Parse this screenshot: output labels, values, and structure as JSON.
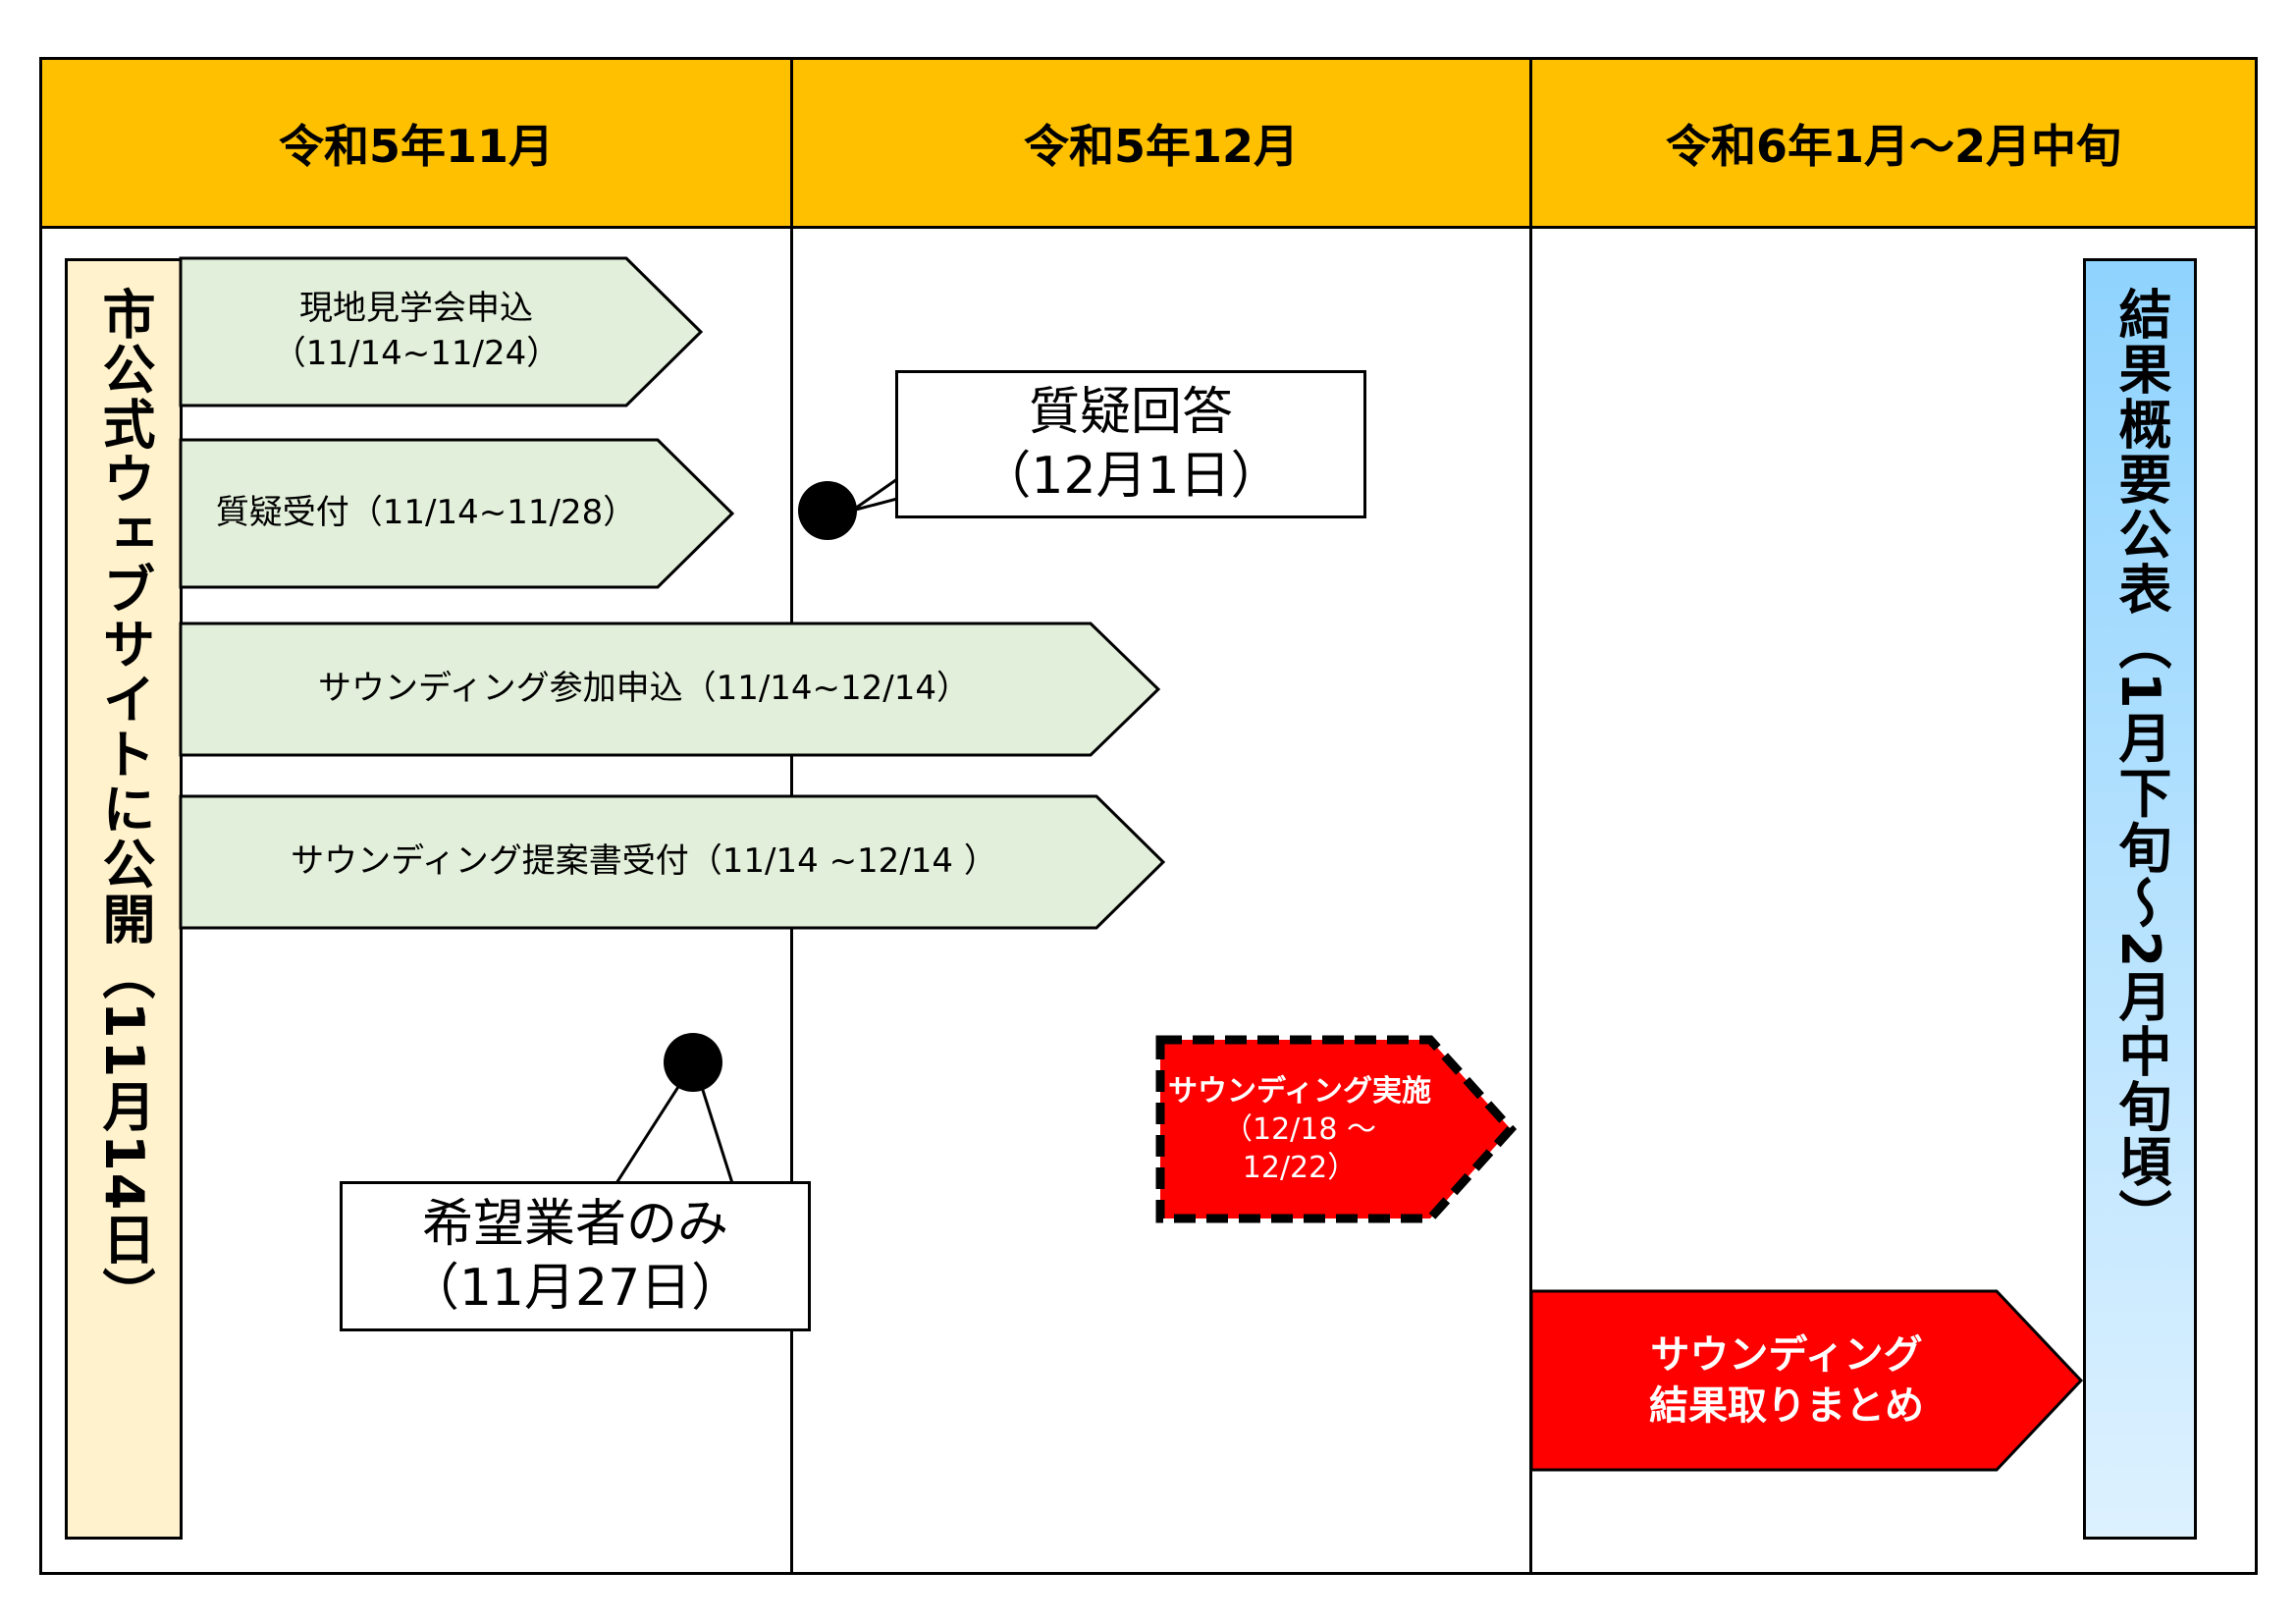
{
  "header": {
    "col1": "令和5年11月",
    "col2": "令和5年12月",
    "col3": "令和6年1月～2月中旬"
  },
  "publish_bar": {
    "label": "市公式ウェブサイトに公開（11月14日）"
  },
  "result_bar": {
    "label": "結果概要公表（1月下旬～2月中旬頃）"
  },
  "arrows": [
    {
      "line1": "現地見学会申込",
      "line2": "（11/14~11/24）"
    },
    {
      "line1": "質疑受付（11/14~11/28）"
    },
    {
      "line1": "サウンディング参加申込（11/14~12/14）"
    },
    {
      "line1": "サウンディング提案書受付（11/14 ~12/14 ）"
    }
  ],
  "sounding": {
    "title": "サウンディング実施",
    "dates": "（12/18 ～",
    "dates2": "12/22）"
  },
  "summary": {
    "line1": "サウンディング",
    "line2": "結果取りまとめ"
  },
  "callout_qa": {
    "line1": "質疑回答",
    "line2": "（12月1日）"
  },
  "callout_visit": {
    "line1": "希望業者のみ",
    "line2": "（11月27日）"
  },
  "colors": {
    "header": "#ffc000",
    "publish_bar": "#fff2cc",
    "result_bar_top": "#8fd3fe",
    "result_bar_bottom": "#ddf1ff",
    "arrow_fill": "#e2efda",
    "red": "#ff0000"
  }
}
